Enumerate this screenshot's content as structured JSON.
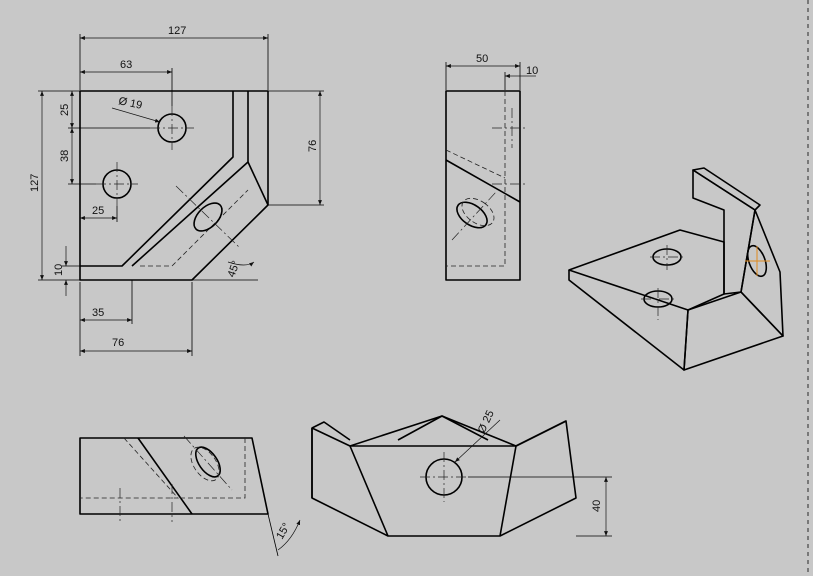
{
  "dimensions": {
    "front_width": "127",
    "front_hole_x": "63",
    "front_hole_dia": "Ø 19",
    "front_dim_25_top": "25",
    "front_dim_38": "38",
    "front_height": "127",
    "front_dim_25_left": "25",
    "front_dim_76_right": "76",
    "front_angle": "45°",
    "front_dim_10": "10",
    "front_dim_35": "35",
    "front_dim_76_bottom": "76",
    "side_width": "50",
    "side_thickness": "10",
    "bottom_angle": "15°",
    "aux_hole_dia": "Ø 25",
    "aux_height": "40"
  }
}
